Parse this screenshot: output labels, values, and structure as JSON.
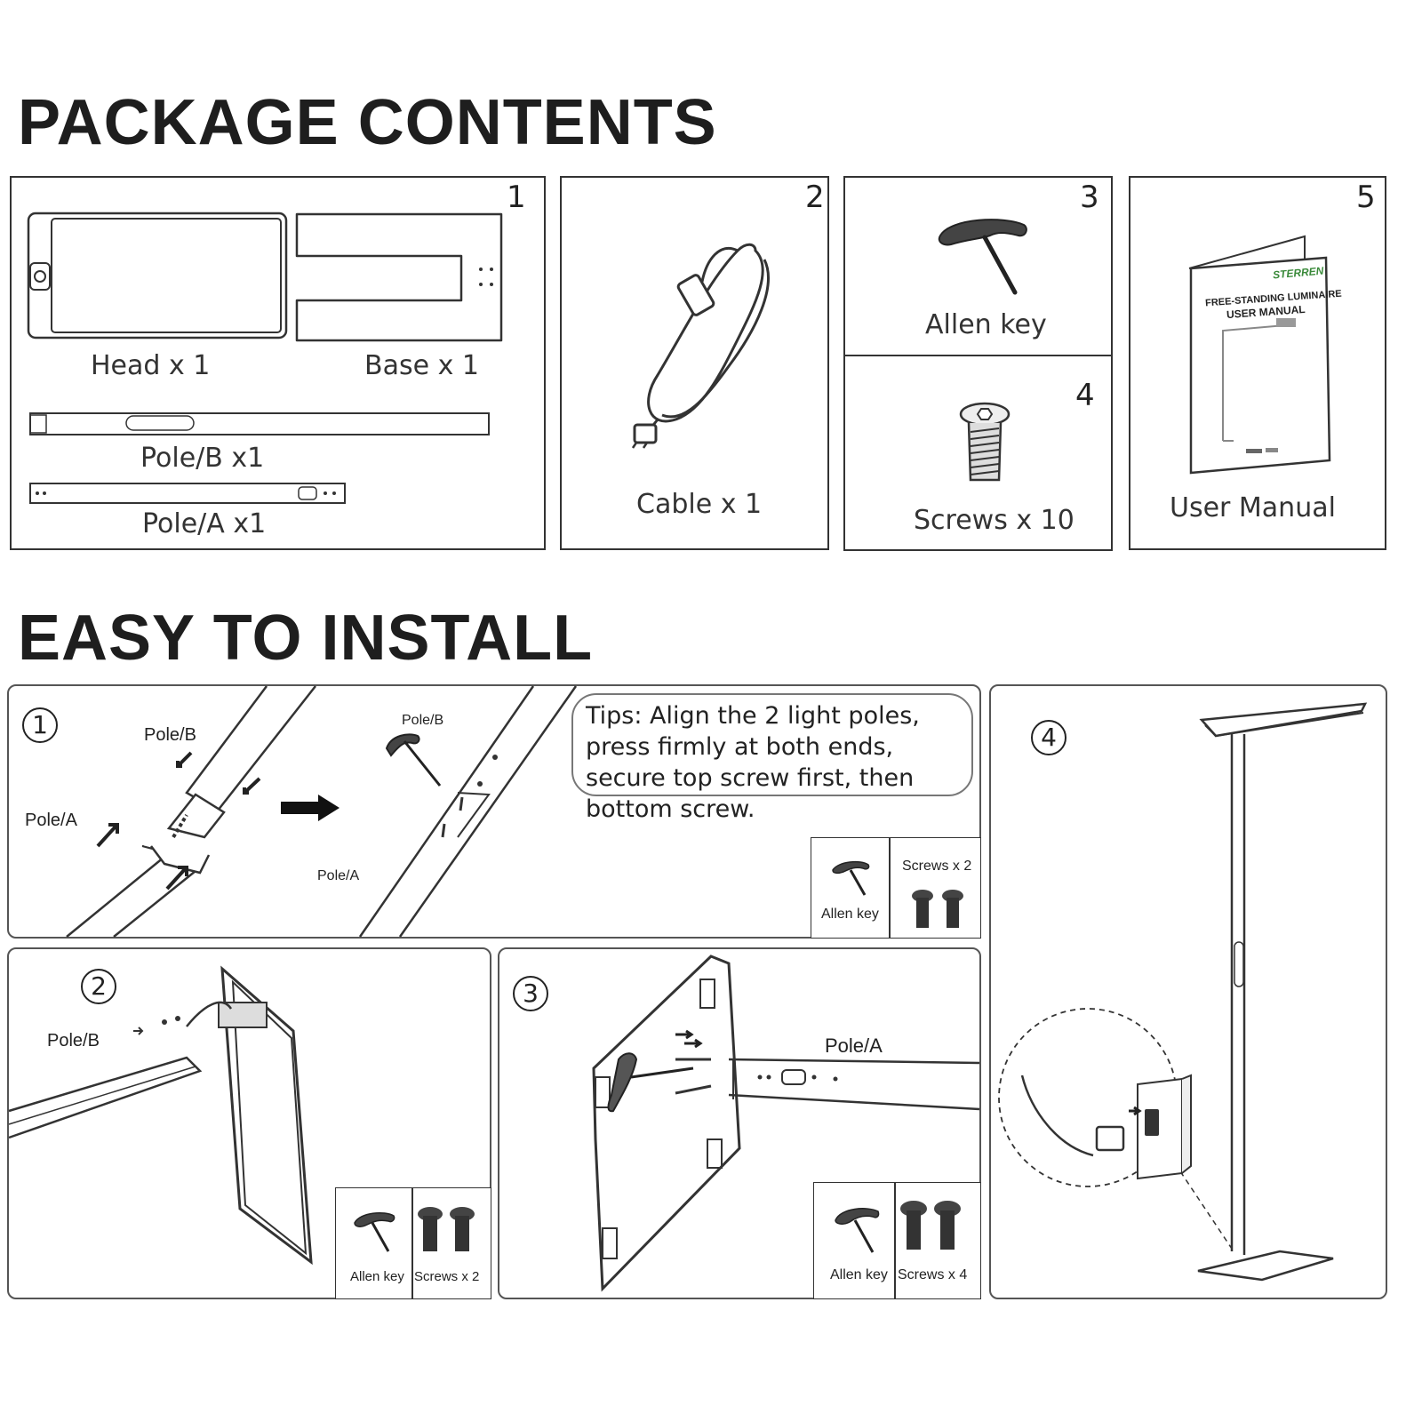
{
  "sections": {
    "package_title": "PACKAGE CONTENTS",
    "install_title": "EASY TO INSTALL"
  },
  "package": {
    "box1": {
      "number": "1",
      "head_label": "Head x 1",
      "base_label": "Base x 1",
      "pole_b_label": "Pole/B x1",
      "pole_a_label": "Pole/A x1"
    },
    "box2": {
      "number": "2",
      "label": "Cable x 1"
    },
    "box3": {
      "number": "3",
      "label": "Allen key"
    },
    "box4": {
      "number": "4",
      "label": "Screws x 10"
    },
    "box5": {
      "number": "5",
      "label": "User Manual"
    }
  },
  "manual": {
    "brand": "STERREN",
    "line1": "FREE-STANDING LUMINAIRE",
    "line2": "USER MANUAL"
  },
  "steps": {
    "step1": {
      "number": "1",
      "pole_b": "Pole/B",
      "pole_a": "Pole/A",
      "pole_b2": "Pole/B",
      "pole_a2": "Pole/A",
      "tip": "Tips: Align the 2 light poles, press firmly at both ends, secure top screw first, then bottom screw.",
      "tool_key": "Allen key",
      "tool_screws": "Screws x 2"
    },
    "step2": {
      "number": "2",
      "pole_b": "Pole/B",
      "tool_key": "Allen key",
      "tool_screws": "Screws x 2"
    },
    "step3": {
      "number": "3",
      "pole_a": "Pole/A",
      "tool_key": "Allen key",
      "tool_screws": "Screws x 4"
    },
    "step4": {
      "number": "4"
    }
  },
  "icons": [
    "lamp-head-icon",
    "lamp-base-icon",
    "pole-icon",
    "cable-icon",
    "allen-key-icon",
    "screw-icon",
    "manual-icon",
    "arrow-icon",
    "floor-lamp-icon",
    "plug-icon"
  ]
}
